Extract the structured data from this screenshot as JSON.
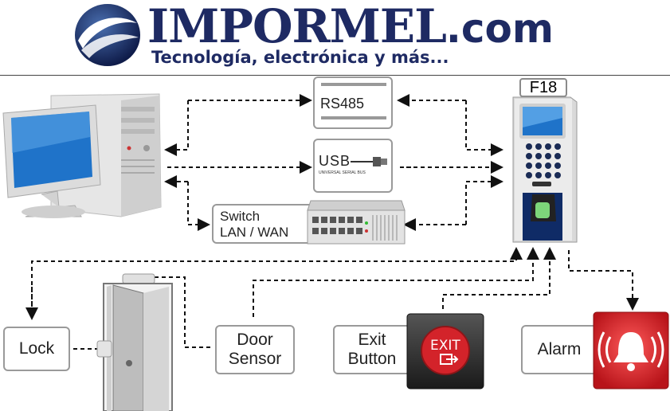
{
  "header": {
    "brand_main": "IMPORMEL",
    "brand_domain": ".com",
    "tagline": "Tecnología, electrónica y más..."
  },
  "devices": {
    "rs485": "RS485",
    "usb": "USB",
    "usb_subtitle": "UNIVERSAL SERIAL BUS",
    "switch_line1": "Switch",
    "switch_line2": "LAN / WAN",
    "terminal": "F18",
    "exit_sign": "EXIT"
  },
  "peripherals": {
    "lock": "Lock",
    "door_sensor_line1": "Door",
    "door_sensor_line2": "Sensor",
    "exit_button_line1": "Exit",
    "exit_button_line2": "Button",
    "alarm": "Alarm"
  },
  "colors": {
    "brand_navy": "#1e2a63",
    "alarm_red": "#d8242a",
    "exit_red": "#d3232a",
    "screen_blue": "#1f73c9"
  }
}
